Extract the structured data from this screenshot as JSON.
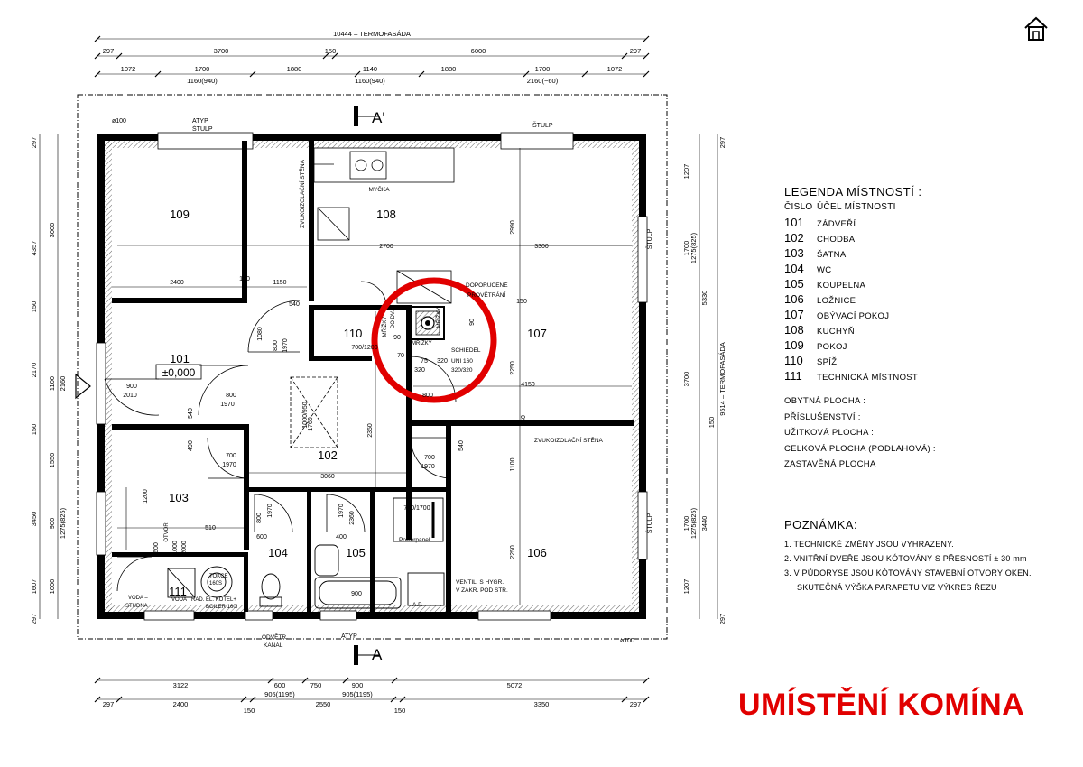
{
  "dimensions_top": {
    "overall": "10444 – TERMOFASÁDA",
    "row1": [
      "297",
      "3700",
      "150",
      "6000",
      "297"
    ],
    "row2": [
      "1072",
      "1700",
      "1880",
      "1140",
      "1880",
      "1700",
      "1072"
    ],
    "row2_sub": [
      "1160(940)",
      "1160(940)",
      "2160(−60)"
    ]
  },
  "dimensions_bottom": {
    "row1": [
      "3122",
      "600",
      "750",
      "900",
      "5072"
    ],
    "row1_sub": [
      "905(1195)",
      "905(1195)"
    ],
    "row2": [
      "297",
      "2400",
      "150",
      "2550",
      "150",
      "3350",
      "297"
    ]
  },
  "dimensions_left": {
    "outer": [
      "297",
      "4357",
      "150",
      "2170",
      "150",
      "3450",
      "1607",
      "297"
    ],
    "inner": [
      "3000",
      "2160",
      "1100",
      "1550",
      "900",
      "1275(825)",
      "1000"
    ]
  },
  "dimensions_right": {
    "outer": [
      "297",
      "1207",
      "5330",
      "9514 – TERMOFASÁDA",
      "1207",
      "297"
    ],
    "inner": [
      "1700",
      "1275(825)",
      "3700",
      "150",
      "1700",
      "1275(825)",
      "3440"
    ]
  },
  "interior_dims": [
    "2400",
    "150",
    "1150",
    "2700",
    "3300",
    "2990",
    "540",
    "1080",
    "800",
    "1970",
    "800",
    "1970",
    "700",
    "1970",
    "700",
    "1970",
    "540",
    "490",
    "900",
    "2010",
    "3060",
    "2350",
    "4150",
    "2250",
    "2250",
    "1100",
    "540",
    "800",
    "1970",
    "800",
    "1970",
    "2360",
    "1200",
    "510",
    "600",
    "400",
    "90",
    "70",
    "320",
    "75",
    "320",
    "90",
    "150",
    "150",
    "1760",
    "700/1200",
    "1000/950",
    "700/1700",
    "900",
    "600",
    "1000",
    "2000"
  ],
  "labels": {
    "section_top": "A'",
    "section_bottom": "A",
    "atyp_top": "ATYP",
    "stulp_top_left": "ŠTULP",
    "stulp_top_right": "ŠTULP",
    "stulp_right_1": "ŠTULP",
    "stulp_right_2": "ŠTULP",
    "atyp_bottom": "ATYP",
    "pipe_top": "ø100",
    "pipe_bottom": "ø100",
    "myck": "MYČKA",
    "sound_wall_1": "ZVUKOIZOLAČNÍ STĚNA",
    "sound_wall_2": "ZVUKOIZOLAČNÍ STĚNA",
    "recommended": "DOPORUČENÉ",
    "vent": "PROVĚTRÁNÍ",
    "grille_1": "MŘÍŽKY",
    "grille_2": "MŘÍŽKY",
    "grille_3": "MŘÍŽKY",
    "grille_4": "DO DV.",
    "chimney_brand": "SCHIEDEL",
    "chimney_type": "UNI 160",
    "chimney_size": "320/320",
    "level": "±0,000",
    "powerpanel": "Powerpanel",
    "ventil": "VENTIL. S HYGR.",
    "ventil2": "V ZÁKR. POD STR.",
    "ap": "A.P.",
    "water_well": "VODA –",
    "water_well2": "STUDNA",
    "opening": "OTVOR",
    "water": "VODA",
    "rad": "RAD.",
    "boiler": "EL. KOTEL+",
    "boiler2": "BOILER 160l",
    "tank": "TOKCE",
    "tank2": "160S",
    "vent_channel": "ODVĚTR.",
    "vent_channel2": "KANÁL"
  },
  "rooms": {
    "r101": "101",
    "r102": "102",
    "r103": "103",
    "r104": "104",
    "r105": "105",
    "r106": "106",
    "r107": "107",
    "r108": "108",
    "r109": "109",
    "r110": "110",
    "r111": "111"
  },
  "legend": {
    "title": "LEGENDA MÍSTNOSTÍ :",
    "head_num": "ČISLO",
    "head_use": "ÚČEL MÍSTNOSTI",
    "items": [
      {
        "num": "101",
        "name": "ZÁDVEŘÍ"
      },
      {
        "num": "102",
        "name": "CHODBA"
      },
      {
        "num": "103",
        "name": "ŠATNA"
      },
      {
        "num": "104",
        "name": "WC"
      },
      {
        "num": "105",
        "name": "KOUPELNA"
      },
      {
        "num": "106",
        "name": "LOŽNICE"
      },
      {
        "num": "107",
        "name": "OBÝVACÍ POKOJ"
      },
      {
        "num": "108",
        "name": "KUCHYŇ"
      },
      {
        "num": "109",
        "name": "POKOJ"
      },
      {
        "num": "110",
        "name": "SPÍŽ"
      },
      {
        "num": "111",
        "name": "TECHNICKÁ MÍSTNOST"
      }
    ]
  },
  "areas": [
    "OBYTNÁ PLOCHA :",
    "PŘÍSLUŠENSTVÍ :",
    "UŽITKOVÁ PLOCHA :",
    "CELKOVÁ PLOCHA (PODLAHOVÁ) :",
    "ZASTAVĚNÁ PLOCHA"
  ],
  "notes": {
    "title": "POZNÁMKA:",
    "items": [
      "1. TECHNICKÉ ZMĚNY JSOU VYHRAZENY.",
      "2. VNITŘNÍ DVEŘE JSOU KÓTOVÁNY S PŘESNOSTÍ ± 30 mm",
      "3. V PŮDORYSE JSOU KÓTOVÁNY STAVEBNÍ OTVORY OKEN.",
      "SKUTEČNÁ VÝŠKA PARAPETU VIZ VÝKRES ŘEZU"
    ]
  },
  "headline": "UMÍSTĚNÍ KOMÍNA",
  "colors": {
    "highlight": "#e10000",
    "ink": "#000000"
  },
  "icons": {
    "home": "home-icon"
  }
}
